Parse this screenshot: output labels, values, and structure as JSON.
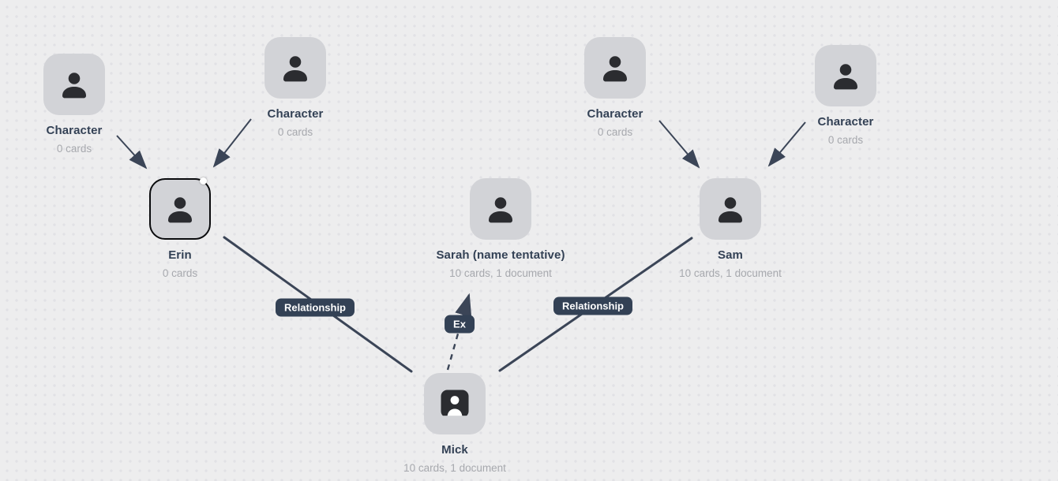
{
  "canvas": {
    "background_color": "#ededee",
    "dot_color": "#e1e1e5"
  },
  "colors": {
    "node_fill": "#d2d3d7",
    "icon": "#2b2c30",
    "title_text": "#334155",
    "sub_text": "#a7a9ae",
    "edge_line": "#3b4557",
    "badge_background": "#334155",
    "badge_text": "#ffffff",
    "selection_border": "#0b0c0e"
  },
  "nodes": [
    {
      "id": "character-1",
      "label": "Character",
      "sublabel": "0 cards",
      "icon": "person-icon",
      "selected": false
    },
    {
      "id": "character-2",
      "label": "Character",
      "sublabel": "0 cards",
      "icon": "person-icon",
      "selected": false
    },
    {
      "id": "character-3",
      "label": "Character",
      "sublabel": "0 cards",
      "icon": "person-icon",
      "selected": false
    },
    {
      "id": "character-4",
      "label": "Character",
      "sublabel": "0 cards",
      "icon": "person-icon",
      "selected": false
    },
    {
      "id": "erin",
      "label": "Erin",
      "sublabel": "0 cards",
      "icon": "person-icon",
      "selected": true
    },
    {
      "id": "sarah",
      "label": "Sarah (name tentative)",
      "sublabel": "10 cards, 1 document",
      "icon": "person-icon",
      "selected": false
    },
    {
      "id": "sam",
      "label": "Sam",
      "sublabel": "10 cards, 1 document",
      "icon": "person-icon",
      "selected": false
    },
    {
      "id": "mick",
      "label": "Mick",
      "sublabel": "10 cards, 1 document",
      "icon": "person-badge-icon",
      "selected": false
    }
  ],
  "edge_labels": [
    {
      "id": "edge-erin-mick",
      "label": "Relationship"
    },
    {
      "id": "edge-mick-sam",
      "label": "Relationship"
    },
    {
      "id": "edge-mick-sarah",
      "label": "Ex"
    }
  ]
}
